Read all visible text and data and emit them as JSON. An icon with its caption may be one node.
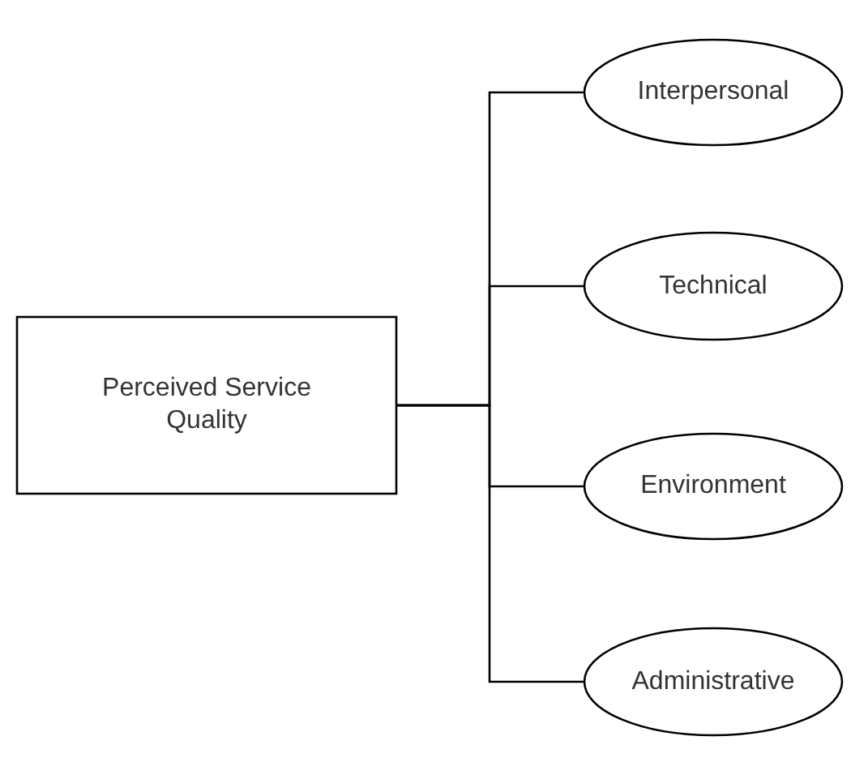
{
  "diagram": {
    "nodes": [
      {
        "text": [
          "Perceived Service Quality"
        ]
      },
      {
        "text": [
          "Interpersonal"
        ]
      },
      {
        "text": [
          "Technical"
        ]
      },
      {
        "text": [
          "Environment"
        ]
      },
      {
        "text": [
          "Administrative"
        ]
      }
    ],
    "edges": [
      {
        "from": 0,
        "to": 1,
        "arrow": "none"
      },
      {
        "from": 0,
        "to": 2,
        "arrow": "none"
      },
      {
        "from": 0,
        "to": 3,
        "arrow": "none"
      },
      {
        "from": 0,
        "to": 4,
        "arrow": "none"
      }
    ]
  }
}
